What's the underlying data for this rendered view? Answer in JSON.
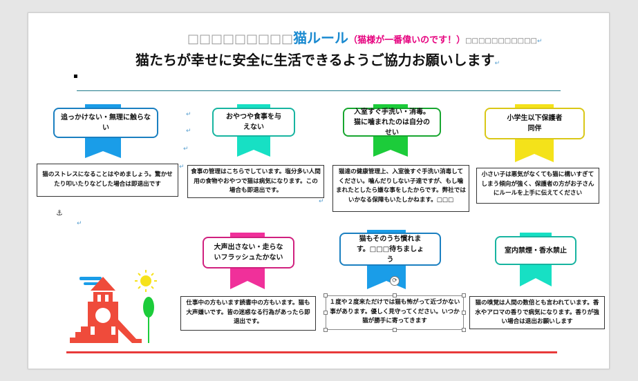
{
  "header": {
    "title_prefix": "□□□□□□□□□",
    "title_main": "猫ルール",
    "title_paren": "（猫様が一番偉いのです！）",
    "title_suffix": "□□□□□□□□□□□",
    "subtitle": "猫たちが幸せに安全に生活できるようご協力お願いします"
  },
  "rules": [
    {
      "title": "追っかけない・無理に触らない",
      "desc": "猫のストレスになることはやめましょう。驚かせたり叩いたりなどした場合は即退出です",
      "color": "#1a9de8",
      "border": "#1a7fc0"
    },
    {
      "title": "おやつや食事を与えない",
      "desc": "食事の管理はこちらでしています。塩分多い人間用の食物やおやつで猫は病気になります。この場合も即退出です。",
      "color": "#17e0c4",
      "border": "#17b4a0"
    },
    {
      "title": "入室すぐ手洗い・消毒。猫に噛まれたのは自分のせい",
      "desc": "猫達の健康管理上、入室後すぐ手洗い消毒してください。噛んだりしない子達ですが、もし噛まれたとしたら嫌な事をしたからです。弊社ではいかなる保障もいたしかねます。□□□",
      "color": "#1ccc3a",
      "border": "#17a62f"
    },
    {
      "title": "小学生以下保護者同伴",
      "desc": "小さい子は悪気がなくても猫に構いすぎてしまう傾向が強く、保護者の方がお子さんにルールを上手に伝えてください",
      "color": "#f4e21a",
      "border": "#d9c716"
    },
    {
      "title": "大声出さない・走らないフラッシュたかない",
      "desc": "仕事中の方もいます読書中の方もいます。猫も大声嫌いです。皆の迷惑なる行為があったら即退出です。",
      "color": "#f0309a",
      "border": "#d0207e"
    },
    {
      "title": "猫もそのうち慣れます。□□□待ちましょう",
      "desc": "１度や２度来ただけでは猫も怖がって近づかない事があります。優しく見守ってください。いつか猫が勝手に寄ってきます",
      "color": "#1a9de8",
      "border": "#1a7fc0"
    },
    {
      "title": "室内禁煙・香水禁止",
      "desc": "猫の嗅覚は人間の数倍とも言われています。香水やアロマの香りで病気になります。香りが強い場合は退出お願いします",
      "color": "#17e0c4",
      "border": "#17b4a0"
    }
  ],
  "colors": {
    "rule_line": "#1f7a8a",
    "ground": "#e83a3a",
    "playground": "#ef4b3b",
    "sun": "#f6e21a",
    "tree": "#1ccc3a",
    "cloud": "#1a9de8"
  },
  "icons": {
    "anchor": "⚓",
    "return_mark": "↵",
    "rotate": "⟳"
  }
}
